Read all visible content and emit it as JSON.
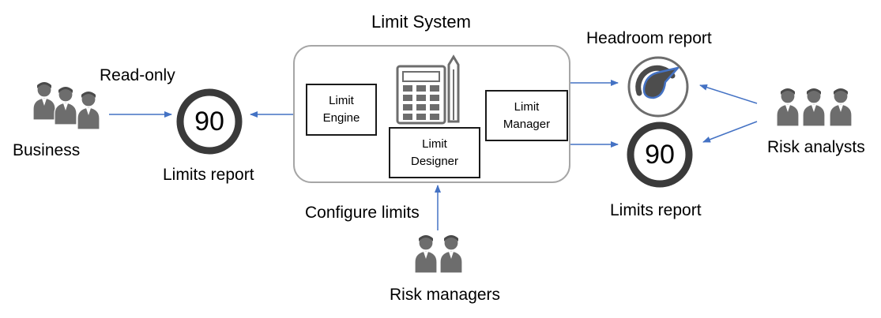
{
  "title": "Limit System",
  "modules": {
    "engine": [
      "Limit",
      "Engine"
    ],
    "designer": [
      "Limit",
      "Designer"
    ],
    "manager": [
      "Limit",
      "Manager"
    ]
  },
  "labels": {
    "read_only": "Read-only",
    "business": "Business",
    "limits_report_left": "Limits report",
    "configure_limits": "Configure limits",
    "risk_managers": "Risk managers",
    "headroom_report": "Headroom report",
    "limits_report_right": "Limits report",
    "risk_analysts": "Risk analysts"
  },
  "gauges": {
    "left_value": "90",
    "right_value": "90"
  },
  "icons": {
    "business": "people-group-icon",
    "calculator": "calculator-pencil-icon",
    "risk_managers": "people-pair-icon",
    "risk_analysts": "people-group-icon",
    "headroom": "speedometer-icon"
  },
  "colors": {
    "arrow": "#4472c4",
    "person": "#6d6d6d",
    "gauge_ring": "#3a3a3a",
    "box_border": "#a6a6a6"
  }
}
